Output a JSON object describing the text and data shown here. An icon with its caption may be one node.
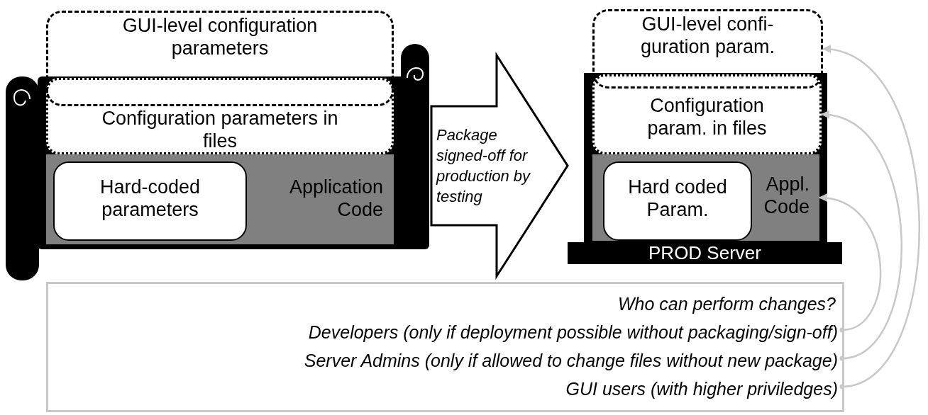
{
  "diagram": {
    "nodes": [
      {
        "text": [
          "GUI-level configuration parameters"
        ]
      },
      {
        "text": [],
        "shape": "scroll"
      },
      {
        "text": [
          "Configuration parameters in files"
        ],
        "in": 1
      },
      {
        "text": [
          "Application Code"
        ],
        "in": 1
      },
      {
        "text": [
          "Hard-coded parameters"
        ],
        "in": 3
      },
      {
        "text": [
          "GUI-level confi- guration param."
        ]
      },
      {
        "text": [
          "PROD Server"
        ]
      },
      {
        "text": [
          "Configuration param. in files"
        ],
        "in": 6
      },
      {
        "text": [
          "Appl. Code"
        ],
        "in": 6
      },
      {
        "text": [
          "Hard coded Param."
        ],
        "in": 8
      },
      {
        "text": [
          "Who can perform changes?"
        ]
      },
      {
        "text": [
          "Developers (only if deployment possible without packaging/sign-off)"
        ],
        "in": 10
      },
      {
        "text": [
          "Server Admins (only if allowed to change files without new package)"
        ],
        "in": 10
      },
      {
        "text": [
          "GUI users (with higher priviledges)"
        ],
        "in": 10
      }
    ],
    "edges": [
      {
        "from": 1,
        "to": 6,
        "arrow": "to",
        "label": "Package signed-off for production by testing",
        "style": "thick"
      },
      {
        "from": 11,
        "to": 8,
        "arrow": "to",
        "color": "#c8c8c8"
      },
      {
        "from": 12,
        "to": 7,
        "arrow": "to",
        "color": "#c8c8c8"
      },
      {
        "from": 13,
        "to": 5,
        "arrow": "to",
        "color": "#c8c8c8"
      }
    ]
  }
}
